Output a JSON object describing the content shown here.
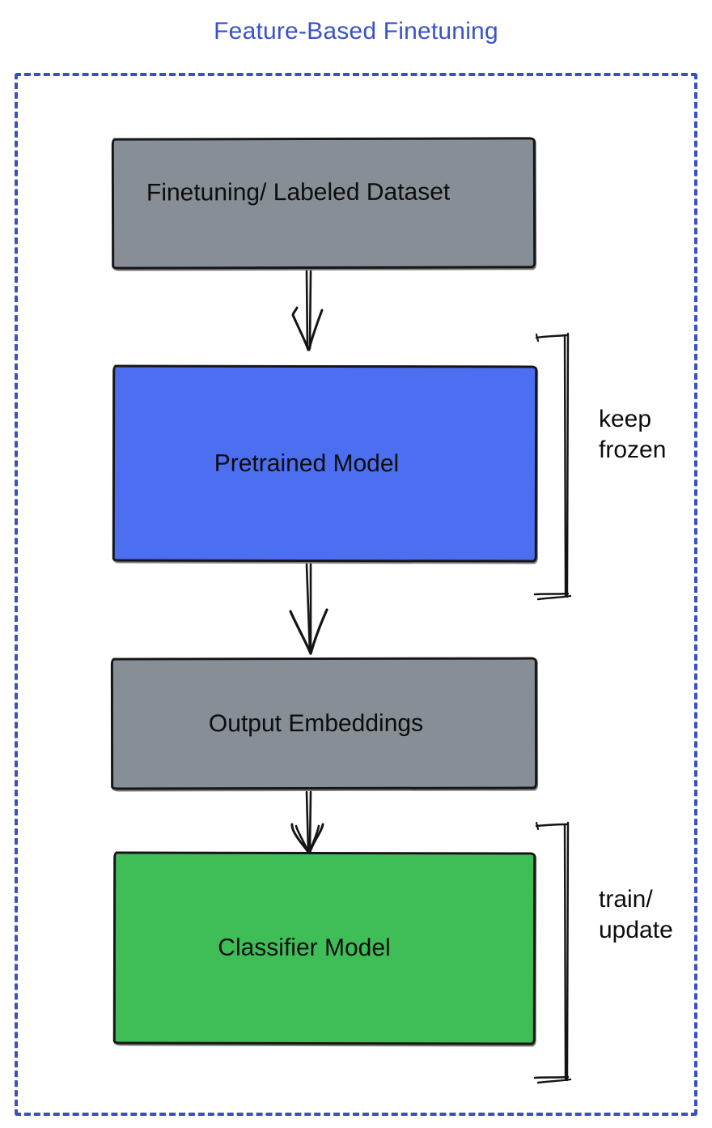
{
  "title": "Feature-Based Finetuning",
  "colors": {
    "title": "#3b52c9",
    "frame_border": "#3a4fc0",
    "node_border": "#161616",
    "node_text": "#0d0d0d",
    "gray": "#878e96",
    "blue": "#4c6ef0",
    "green": "#3fbe58",
    "ink": "#141414"
  },
  "nodes": [
    {
      "id": "finetuning-dataset",
      "label": "Finetuning/ Labeled Dataset",
      "fill": "#878e96"
    },
    {
      "id": "pretrained-model",
      "label": "Pretrained Model",
      "fill": "#4c6ef0"
    },
    {
      "id": "output-embeddings",
      "label": "Output Embeddings",
      "fill": "#878e96"
    },
    {
      "id": "classifier-model",
      "label": "Classifier Model",
      "fill": "#3fbe58"
    }
  ],
  "arrows": [
    {
      "from": "finetuning-dataset",
      "to": "pretrained-model"
    },
    {
      "from": "pretrained-model",
      "to": "output-embeddings"
    },
    {
      "from": "output-embeddings",
      "to": "classifier-model"
    }
  ],
  "annotations": [
    {
      "target": "pretrained-model",
      "lines": [
        "keep",
        "frozen"
      ]
    },
    {
      "target": "classifier-model",
      "lines": [
        "train/",
        "update"
      ]
    }
  ]
}
